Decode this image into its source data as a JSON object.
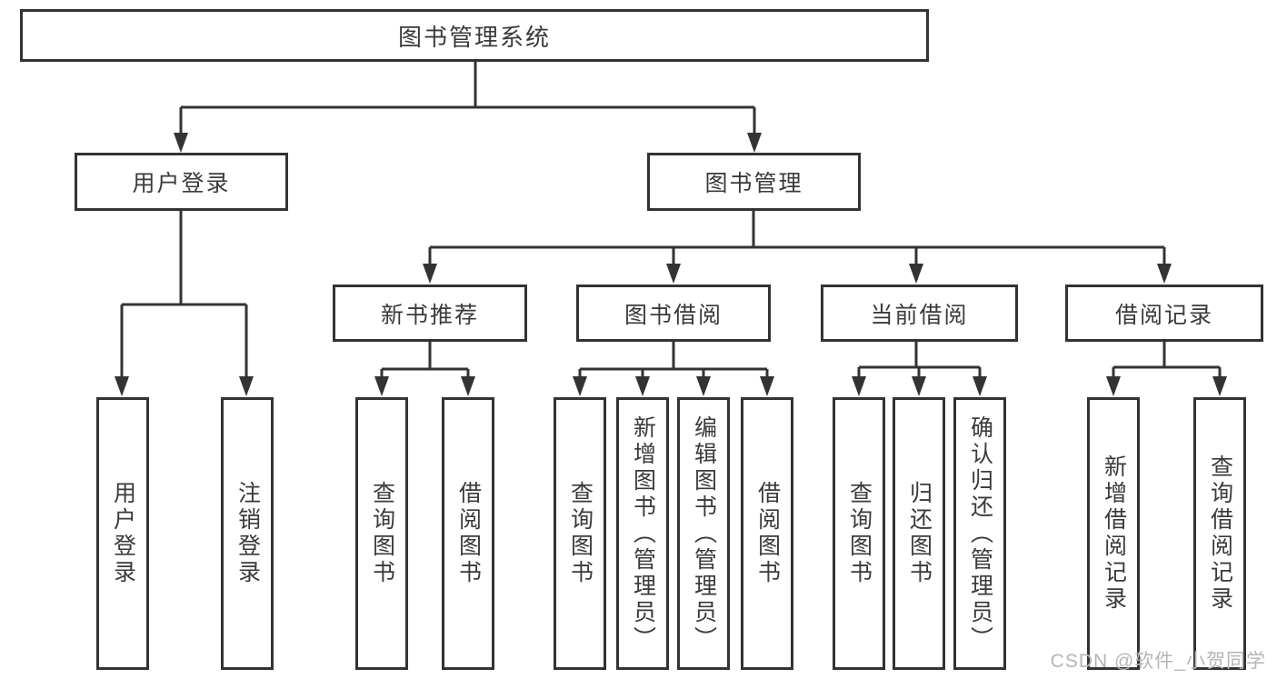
{
  "diagram": {
    "title": "图书管理系统",
    "colors": {
      "line": "#333333",
      "border": "#333333",
      "text": "#3a3a3a",
      "box_background": "#ffffff",
      "watermark": "#b5b5b5"
    },
    "root": {
      "label": "图书管理系统"
    },
    "level2": [
      {
        "id": "user-login",
        "label": "用户登录"
      },
      {
        "id": "book-management",
        "label": "图书管理"
      }
    ],
    "level3": [
      {
        "id": "new-book-recommend",
        "label": "新书推荐",
        "parent": "book-management"
      },
      {
        "id": "book-borrow",
        "label": "图书借阅",
        "parent": "book-management"
      },
      {
        "id": "current-borrow",
        "label": "当前借阅",
        "parent": "book-management"
      },
      {
        "id": "borrow-records",
        "label": "借阅记录",
        "parent": "book-management"
      }
    ],
    "leaves": [
      {
        "id": "user-login-leaf",
        "label": "用户登录",
        "parent": "user-login"
      },
      {
        "id": "logout",
        "label": "注销登录",
        "parent": "user-login"
      },
      {
        "id": "query-books-recommend",
        "label": "查询图书",
        "parent": "new-book-recommend"
      },
      {
        "id": "borrow-books-recommend",
        "label": "借阅图书",
        "parent": "new-book-recommend"
      },
      {
        "id": "query-books-borrow",
        "label": "查询图书",
        "parent": "book-borrow"
      },
      {
        "id": "add-books-admin",
        "label": "新增图书（管理员）",
        "parent": "book-borrow"
      },
      {
        "id": "edit-books-admin",
        "label": "编辑图书（管理员）",
        "parent": "book-borrow"
      },
      {
        "id": "borrow-books",
        "label": "借阅图书",
        "parent": "book-borrow"
      },
      {
        "id": "query-books-current",
        "label": "查询图书",
        "parent": "current-borrow"
      },
      {
        "id": "return-books",
        "label": "归还图书",
        "parent": "current-borrow"
      },
      {
        "id": "confirm-return-admin",
        "label": "确认归还（管理员）",
        "parent": "current-borrow"
      },
      {
        "id": "add-borrow-record",
        "label": "新增借阅记录",
        "parent": "borrow-records"
      },
      {
        "id": "query-borrow-record",
        "label": "查询借阅记录",
        "parent": "borrow-records"
      }
    ],
    "watermark": "CSDN @软件_小贺同学"
  }
}
